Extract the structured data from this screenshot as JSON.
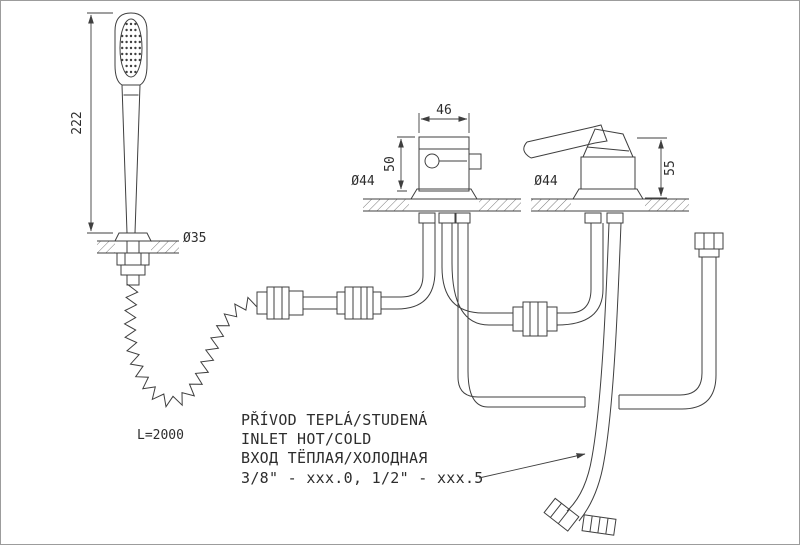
{
  "colors": {
    "line": "#3f3f3f",
    "background": "#ffffff"
  },
  "dimensions": {
    "handshower_length": "222",
    "handshower_base_diameter": "Ø35",
    "diverter_top_width": "46",
    "diverter_body_height": "50",
    "diverter_base_diameter": "Ø44",
    "mixer_base_diameter": "Ø44",
    "mixer_height": "55",
    "hose_length": "L=2000"
  },
  "notes": {
    "inlet_cz": "PŘÍVOD TEPLÁ/STUDENÁ",
    "inlet_en": "INLET HOT/COLD",
    "inlet_ru": "ВХОД ТЁПЛАЯ/ХОЛОДНАЯ",
    "thread_spec": "3/8\" - xxx.0, 1/2\" - xxx.5"
  }
}
